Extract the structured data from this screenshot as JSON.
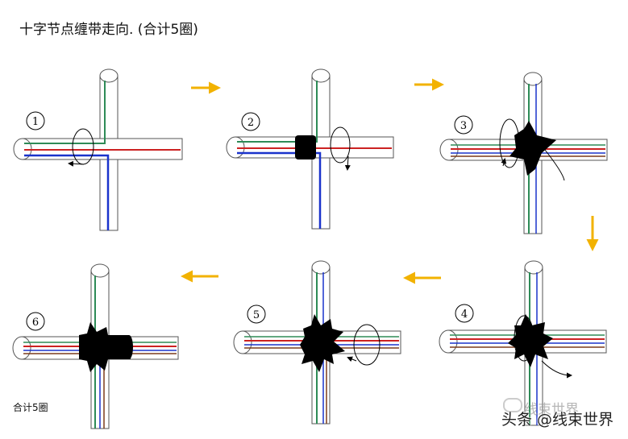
{
  "title": "十字节点缠带走向. (合计5圈)",
  "note": "合计5圈",
  "watermark": {
    "brand": "头条 @线束世界",
    "faded": "线束世界"
  },
  "steps": [
    "1",
    "2",
    "3",
    "4",
    "5",
    "6"
  ],
  "colors": {
    "arrow": "#f2b200",
    "green": "#2e8b57",
    "red": "#cc2222",
    "blue": "#1a33cc",
    "brown": "#7a3b1b",
    "tape": "#000000"
  }
}
